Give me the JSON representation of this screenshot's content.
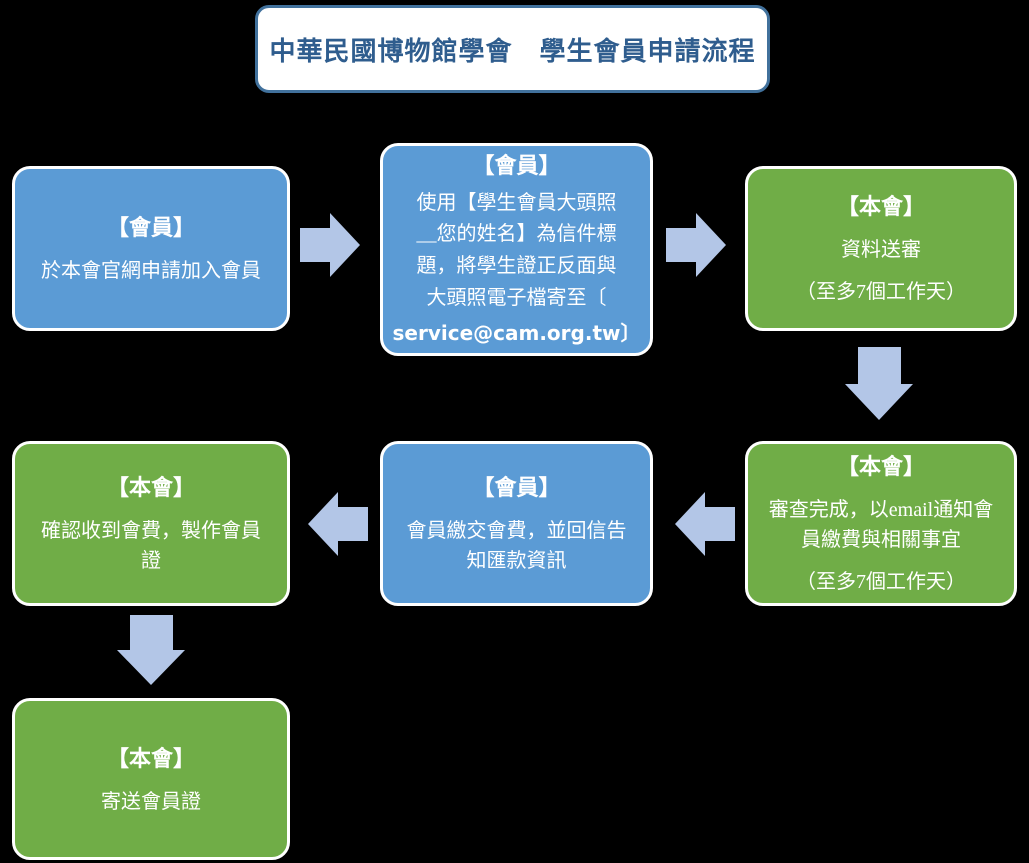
{
  "page": {
    "background_color": "#000000"
  },
  "title_box": {
    "text": "中華民國博物館學會　學生會員申請流程",
    "text_color": "#2F5D8E",
    "border_color": "#41719C",
    "fill_color": "#FFFFFF"
  },
  "colors": {
    "member_box_blue": "#5B9BD5",
    "association_box_green": "#70AD47",
    "arrow_light_blue": "#B3C6E7",
    "box_border_white": "#FFFFFF",
    "box_text_white": "#FFFFFF"
  },
  "steps": [
    {
      "actor": "【會員】",
      "type": "member",
      "body": [
        "於本會官網申請加入會員"
      ]
    },
    {
      "actor": "【會員】",
      "type": "member",
      "body": [
        "使用【學生會員大頭照",
        "__您的姓名】為信件標",
        "題，將學生證正反面與",
        "大頭照電子檔寄至〔"
      ],
      "email_line": "service@cam.org.tw〕"
    },
    {
      "actor": "【本會】",
      "type": "association",
      "body": [
        "資料送審"
      ],
      "duration": "（至多7個工作天）"
    },
    {
      "actor": "【本會】",
      "type": "association",
      "body": [
        "審查完成，以email通知會",
        "員繳費與相關事宜"
      ],
      "duration": "（至多7個工作天）"
    },
    {
      "actor": "【會員】",
      "type": "member",
      "body": [
        "會員繳交會費，並回信告",
        "知匯款資訊"
      ]
    },
    {
      "actor": "【本會】",
      "type": "association",
      "body": [
        "確認收到會費，製作會員",
        "證"
      ]
    },
    {
      "actor": "【本會】",
      "type": "association",
      "body": [
        "寄送會員證"
      ]
    }
  ],
  "arrows": [
    {
      "name": "arrow-1",
      "direction": "right"
    },
    {
      "name": "arrow-2",
      "direction": "right"
    },
    {
      "name": "arrow-3",
      "direction": "down"
    },
    {
      "name": "arrow-4",
      "direction": "left"
    },
    {
      "name": "arrow-5",
      "direction": "left"
    },
    {
      "name": "arrow-6",
      "direction": "down"
    }
  ]
}
